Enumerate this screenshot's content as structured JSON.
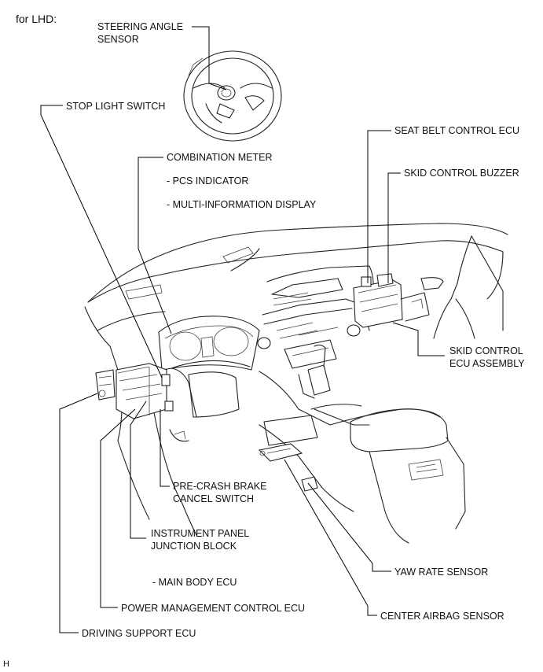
{
  "header": "for LHD:",
  "figure_code": "H",
  "labels": {
    "steering_angle_sensor": [
      "STEERING ANGLE",
      "SENSOR"
    ],
    "stop_light_switch": "STOP LIGHT SWITCH",
    "combination_meter": "COMBINATION METER",
    "pcs_indicator": "- PCS INDICATOR",
    "multi_info_display": "- MULTI-INFORMATION DISPLAY",
    "seat_belt_control_ecu": "SEAT BELT CONTROL ECU",
    "skid_control_buzzer": "SKID CONTROL BUZZER",
    "skid_control_ecu_assembly": [
      "SKID CONTROL",
      "ECU ASSEMBLY"
    ],
    "pre_crash_brake_cancel_switch": [
      "PRE-CRASH BRAKE",
      "CANCEL SWITCH"
    ],
    "instrument_panel_junction_block": [
      "INSTRUMENT PANEL",
      "JUNCTION BLOCK"
    ],
    "main_body_ecu": "- MAIN BODY ECU",
    "yaw_rate_sensor": "YAW RATE SENSOR",
    "power_management_control_ecu": "POWER MANAGEMENT CONTROL ECU",
    "center_airbag_sensor": "CENTER AIRBAG SENSOR",
    "driving_support_ecu": "DRIVING SUPPORT ECU"
  }
}
